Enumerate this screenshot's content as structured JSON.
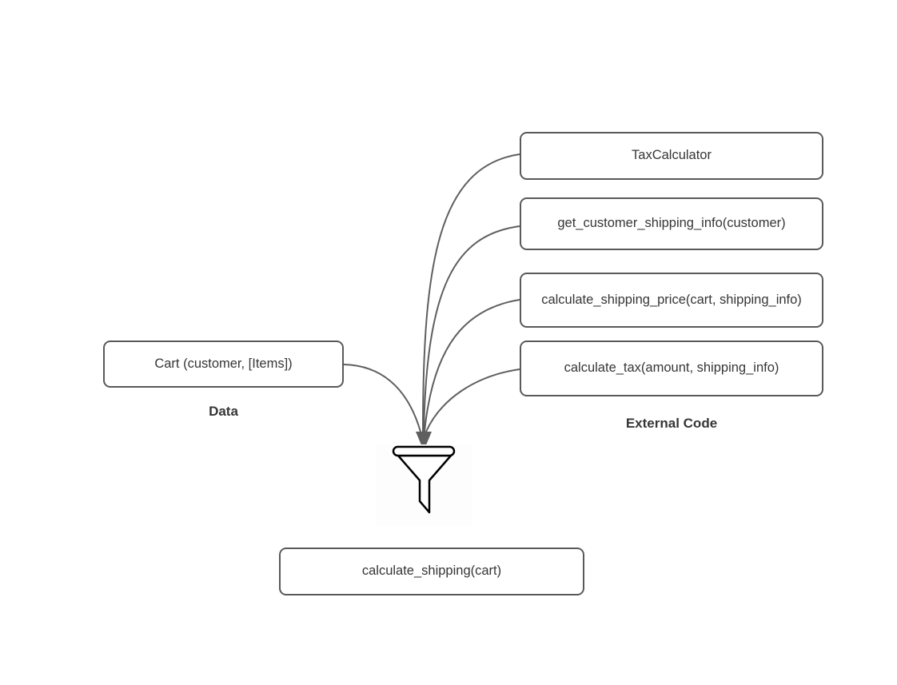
{
  "diagram": {
    "nodes": {
      "cart": {
        "label": "Cart (customer, [Items])"
      },
      "tax_calculator": {
        "label": "TaxCalculator"
      },
      "get_customer_shipping_info": {
        "label": "get_customer_shipping_info(customer)"
      },
      "calculate_shipping_price": {
        "label": "calculate_shipping_price(cart, shipping_info)"
      },
      "calculate_tax": {
        "label": "calculate_tax(amount, shipping_info)"
      },
      "calculate_shipping": {
        "label": "calculate_shipping(cart)"
      }
    },
    "group_labels": {
      "data": "Data",
      "external_code": "External Code"
    },
    "edges": [
      {
        "from": "cart",
        "to": "funnel"
      },
      {
        "from": "tax_calculator",
        "to": "funnel"
      },
      {
        "from": "get_customer_shipping_info",
        "to": "funnel"
      },
      {
        "from": "calculate_shipping_price",
        "to": "funnel"
      },
      {
        "from": "calculate_tax",
        "to": "funnel"
      },
      {
        "from": "funnel",
        "to": "calculate_shipping"
      }
    ],
    "icons": {
      "funnel": "funnel-icon"
    },
    "colors": {
      "background": "#ffffff",
      "node_border": "#595959",
      "node_text": "#363636",
      "edge": "#5f5f5f",
      "funnel_stroke": "#000000"
    }
  }
}
